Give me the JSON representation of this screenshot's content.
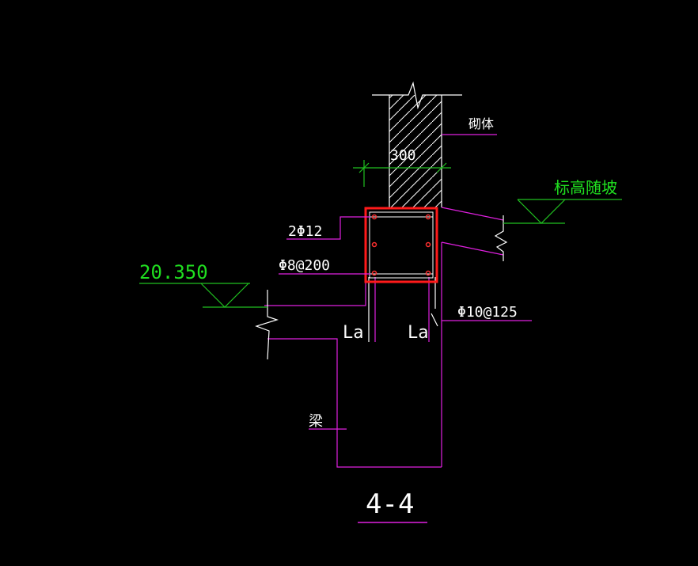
{
  "drawing": {
    "section_title": "4-4",
    "labels": {
      "masonry": "砌体",
      "width": "300",
      "elevation_follow_slope": "标高随坡",
      "elevation_value": "20.350",
      "top_bars": "2Φ12",
      "stirrups": "Φ8@200",
      "anchor_left": "La",
      "anchor_right": "La",
      "side_bars": "Φ10@125",
      "beam": "梁"
    }
  },
  "colors": {
    "background": "#000000",
    "structure": "#e020e0",
    "dimension": "#20c020",
    "elevation_text": "#20e020",
    "annotation": "#ffffff",
    "highlight": "#ff1a1a",
    "rebar": "#ff3030"
  }
}
